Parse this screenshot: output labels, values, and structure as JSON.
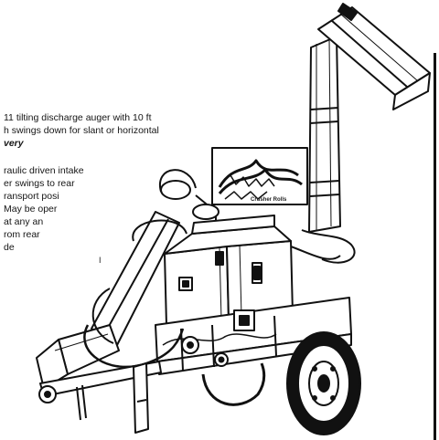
{
  "caption": {
    "line1": "11   tilting discharge auger with 10 ft",
    "line2": "h swings down for slant or horizontal",
    "line3": "very",
    "line4": "raulic driven intake",
    "line5": "er swings to rear",
    "line6": "ransport posi",
    "line7": " May be oper",
    "line8": "at any an",
    "line9": "rom rear",
    "line10": "de"
  },
  "inset": {
    "label": "Crusher Rolls"
  },
  "stray_mark": "I",
  "colors": {
    "ink": "#111111",
    "paper": "#ffffff"
  }
}
